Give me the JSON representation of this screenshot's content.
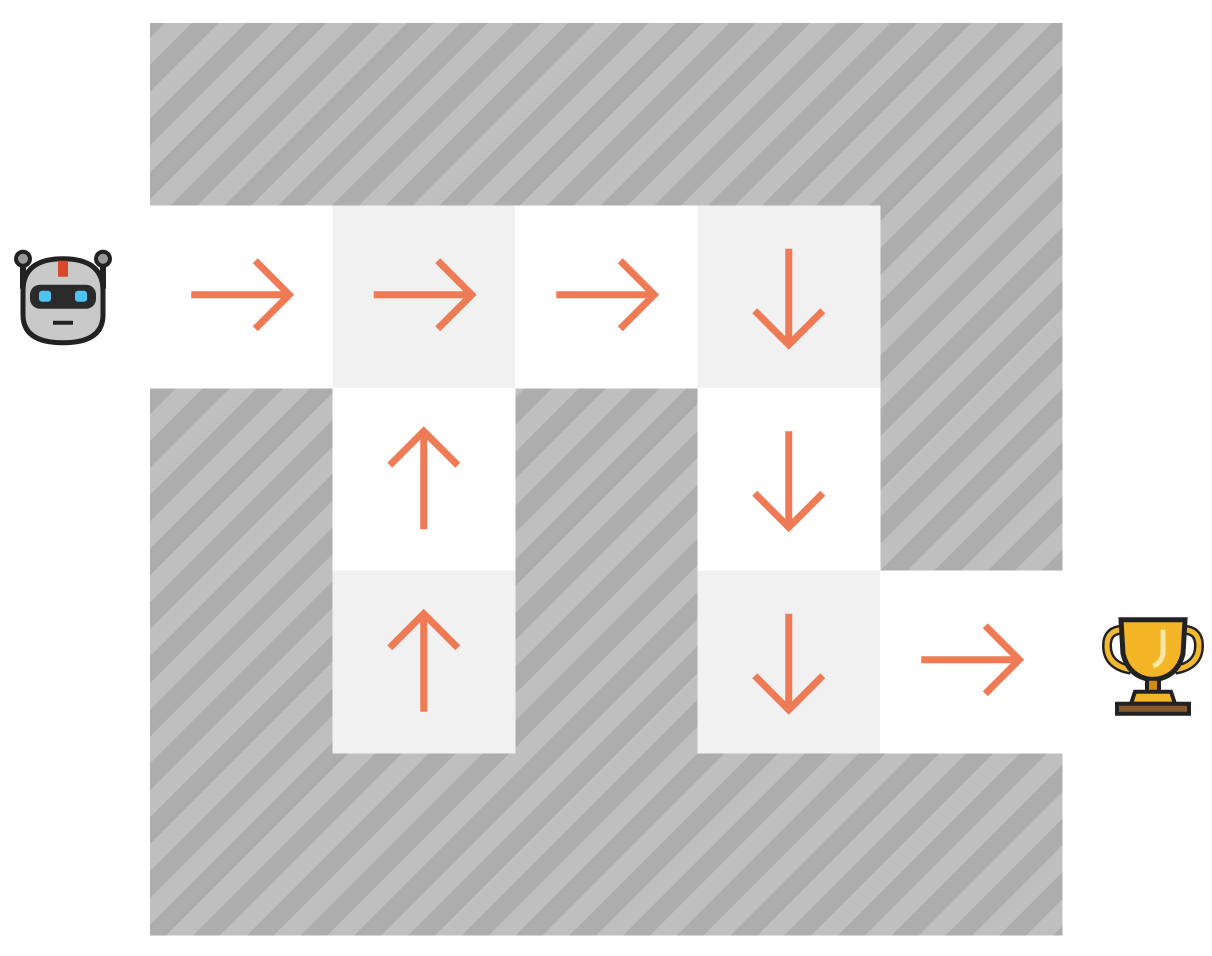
{
  "maze": {
    "rows": 5,
    "cols": 5,
    "grid": [
      [
        "wall",
        "wall",
        "wall",
        "wall",
        "wall"
      ],
      [
        "right",
        "right",
        "right",
        "down",
        "wall"
      ],
      [
        "wall",
        "up",
        "wall",
        "down",
        "wall"
      ],
      [
        "wall",
        "up",
        "wall",
        "down",
        "right"
      ],
      [
        "wall",
        "wall",
        "wall",
        "wall",
        "wall"
      ]
    ],
    "shading": [
      [
        "",
        "",
        "",
        "",
        ""
      ],
      [
        "white",
        "light",
        "white",
        "light",
        ""
      ],
      [
        "",
        "white",
        "",
        "white",
        ""
      ],
      [
        "",
        "light",
        "",
        "light",
        "white"
      ],
      [
        "",
        "",
        "",
        "",
        ""
      ]
    ]
  },
  "agent": {
    "icon": "robot-icon",
    "row": 1,
    "side": "left"
  },
  "goal": {
    "icon": "trophy-icon",
    "row": 3,
    "side": "right"
  },
  "colors": {
    "arrow": "#ee7b55",
    "wall_stripe_light": "#bfbfbf",
    "wall_stripe_dark": "#adadad",
    "cell_white": "#ffffff",
    "cell_light": "#f1f1f1"
  }
}
